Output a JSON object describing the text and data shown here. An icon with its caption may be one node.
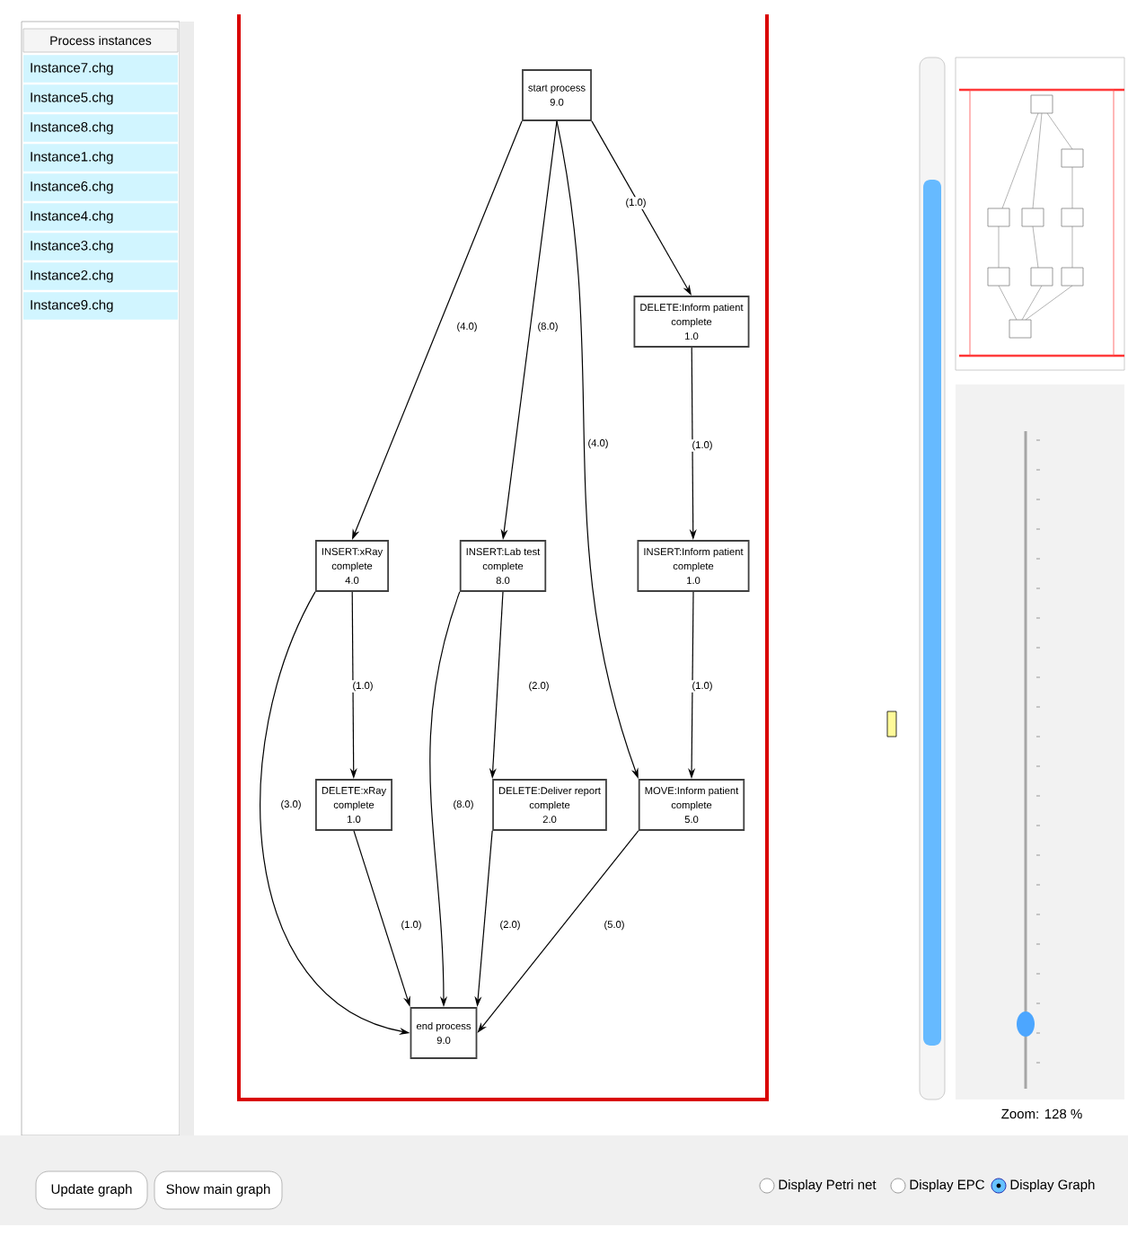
{
  "diagram": {
    "nodes": [
      {
        "text": [
          "start process",
          "9.0"
        ]
      },
      {
        "text": [
          "DELETE:Inform patient",
          "complete",
          "1.0"
        ]
      },
      {
        "text": [
          "INSERT:xRay",
          "complete",
          "4.0"
        ]
      },
      {
        "text": [
          "INSERT:Lab test",
          "complete",
          "8.0"
        ]
      },
      {
        "text": [
          "INSERT:Inform patient",
          "complete",
          "1.0"
        ]
      },
      {
        "text": [
          "DELETE:xRay",
          "complete",
          "1.0"
        ]
      },
      {
        "text": [
          "DELETE:Deliver report",
          "complete",
          "2.0"
        ]
      },
      {
        "text": [
          "MOVE:Inform patient",
          "complete",
          "5.0"
        ]
      },
      {
        "text": [
          "end process",
          "9.0"
        ]
      }
    ],
    "edges": [
      {
        "from": 0,
        "to": 2,
        "arrow": "to",
        "label": "(4.0)"
      },
      {
        "from": 0,
        "to": 3,
        "arrow": "to",
        "label": "(8.0)"
      },
      {
        "from": 0,
        "to": 7,
        "arrow": "to",
        "label": "(4.0)"
      },
      {
        "from": 0,
        "to": 1,
        "arrow": "to",
        "label": "(1.0)"
      },
      {
        "from": 1,
        "to": 4,
        "arrow": "to",
        "label": "(1.0)"
      },
      {
        "from": 2,
        "to": 5,
        "arrow": "to",
        "label": "(1.0)"
      },
      {
        "from": 3,
        "to": 6,
        "arrow": "to",
        "label": "(2.0)"
      },
      {
        "from": 4,
        "to": 7,
        "arrow": "to",
        "label": "(1.0)"
      },
      {
        "from": 2,
        "to": 8,
        "arrow": "to",
        "label": "(3.0)"
      },
      {
        "from": 3,
        "to": 8,
        "arrow": "to",
        "label": "(8.0)"
      },
      {
        "from": 5,
        "to": 8,
        "arrow": "to",
        "label": "(1.0)"
      },
      {
        "from": 6,
        "to": 8,
        "arrow": "to",
        "label": "(2.0)"
      },
      {
        "from": 7,
        "to": 8,
        "arrow": "to",
        "label": "(5.0)"
      }
    ],
    "labels": [
      "Process instances",
      "Instance7.chg",
      "Instance5.chg",
      "Instance8.chg",
      "Instance1.chg",
      "Instance6.chg",
      "Instance4.chg",
      "Instance3.chg",
      "Instance2.chg",
      "Instance9.chg",
      "Update graph",
      "Show main graph",
      "Display Petri net",
      "Display EPC",
      "Display Graph",
      "Zoom: 128 %"
    ]
  }
}
